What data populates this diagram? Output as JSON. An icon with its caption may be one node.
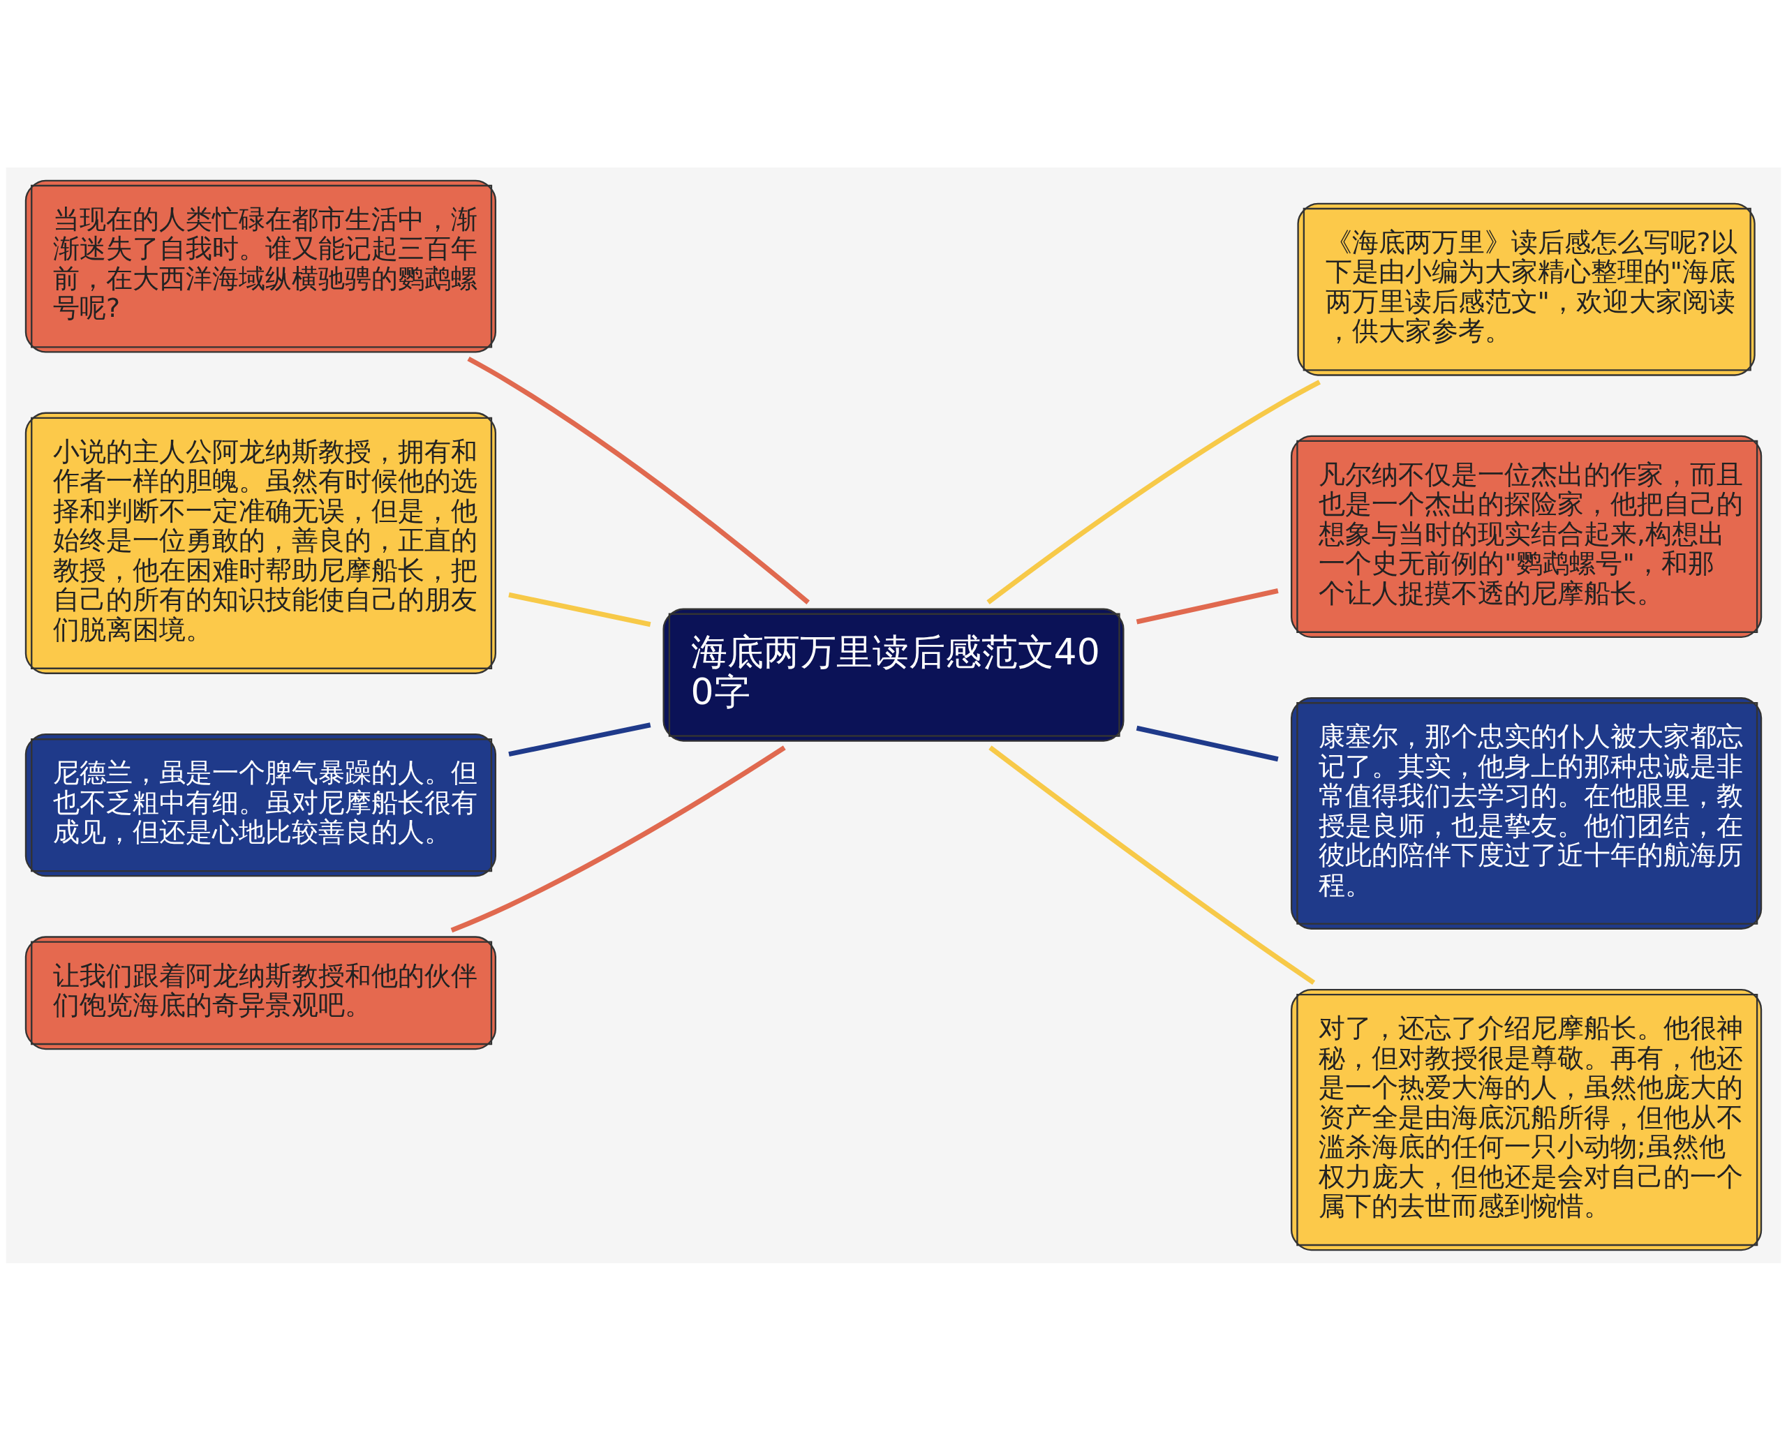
{
  "diagram": {
    "nodes": [
      {
        "text": [
          "海底两万里读后感范文400字"
        ]
      },
      {
        "text": [
          "当现在的人类忙碌在都市生活中，渐渐迷失了自我时。谁又能记起三百年前，在大西洋海域纵横驰骋的鹦鹉螺号呢?"
        ]
      },
      {
        "text": [
          "小说的主人公阿龙纳斯教授，拥有和作者一样的胆魄。虽然有时候他的选择和判断不一定准确无误，但是，他始终是一位勇敢的，善良的，正直的教授，他在困难时帮助尼摩船长，把自己的所有的知识技能使自己的朋友们脱离困境。"
        ]
      },
      {
        "text": [
          "尼德兰，虽是一个脾气暴躁的人。但也不乏粗中有细。虽对尼摩船长很有成见，但还是心地比较善良的人。"
        ]
      },
      {
        "text": [
          "让我们跟着阿龙纳斯教授和他的伙伴们饱览海底的奇异景观吧。"
        ]
      },
      {
        "text": [
          "《海底两万里》读后感怎么写呢?以下是由小编为大家精心整理的\"海底两万里读后感范文\"，欢迎大家阅读，供大家参考。"
        ]
      },
      {
        "text": [
          "凡尔纳不仅是一位杰出的作家，而且也是一个杰出的探险家，他把自己的想象与当时的现实结合起来,构想出一个史无前例的\"鹦鹉螺号\"，和那个让人捉摸不透的尼摩船长。"
        ]
      },
      {
        "text": [
          "康塞尔，那个忠实的仆人被大家都忘记了。其实，他身上的那种忠诚是非常值得我们去学习的。在他眼里，教授是良师，也是挚友。他们团结，在彼此的陪伴下度过了近十年的航海历程。"
        ]
      },
      {
        "text": [
          "对了，还忘了介绍尼摩船长。他很神秘，但对教授很是尊敬。再有，他还是一个热爱大海的人，虽然他庞大的资产全是由海底沉船所得，但他从不滥杀海底的任何一只小动物;虽然他权力庞大，但他还是会对自己的一个属下的去世而感到惋惜。"
        ]
      }
    ],
    "edges": [
      {
        "from": 0,
        "to": 1,
        "arrow": "none",
        "color": "#e0694f"
      },
      {
        "from": 0,
        "to": 2,
        "arrow": "none",
        "color": "#f7c948"
      },
      {
        "from": 0,
        "to": 3,
        "arrow": "none",
        "color": "#1f3a8a"
      },
      {
        "from": 0,
        "to": 4,
        "arrow": "none",
        "color": "#e0694f"
      },
      {
        "from": 0,
        "to": 5,
        "arrow": "none",
        "color": "#f7c948"
      },
      {
        "from": 0,
        "to": 6,
        "arrow": "none",
        "color": "#e0694f"
      },
      {
        "from": 0,
        "to": 7,
        "arrow": "none",
        "color": "#1f3a8a"
      },
      {
        "from": 0,
        "to": 8,
        "arrow": "none",
        "color": "#f7c948"
      }
    ]
  }
}
